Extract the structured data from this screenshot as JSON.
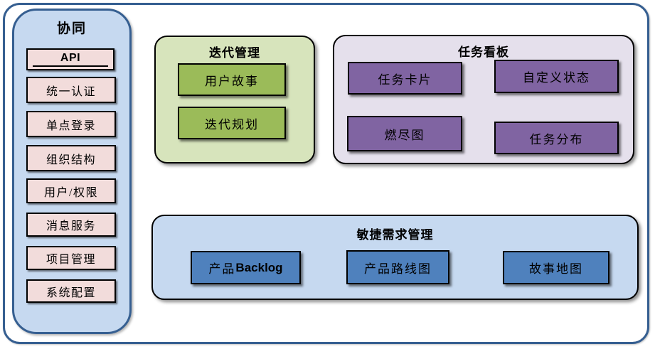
{
  "colors": {
    "frame_border": "#365f91",
    "sidebar_bg": "#c6d9f0",
    "pink_item_bg": "#f2dcdb",
    "green_panel_bg": "#d7e4bc",
    "green_item_bg": "#9bbb59",
    "purple_panel_bg": "#e5e0ec",
    "purple_item_bg": "#8064a2",
    "blue_panel_bg": "#c6d9f0",
    "blue_item_bg": "#4f81bd",
    "item_border": "#000000",
    "text": "#000000"
  },
  "sidebar": {
    "title": "协同",
    "items": [
      {
        "label": "API"
      },
      {
        "label": "统一认证"
      },
      {
        "label": "单点登录"
      },
      {
        "label": "组织结构"
      },
      {
        "label": "用户/权限"
      },
      {
        "label": "消息服务"
      },
      {
        "label": "项目管理"
      },
      {
        "label": "系统配置"
      }
    ]
  },
  "panels": {
    "iteration": {
      "title": "迭代管理",
      "items": [
        {
          "label": "用户故事"
        },
        {
          "label": "迭代规划"
        }
      ]
    },
    "kanban": {
      "title": "任务看板",
      "items": [
        {
          "label": "任务卡片"
        },
        {
          "label": "自定义状态"
        },
        {
          "label": "燃尽图"
        },
        {
          "label": "任务分布"
        }
      ]
    },
    "requirements": {
      "title": "敏捷需求管理",
      "items": [
        {
          "label_cn": "产品",
          "label_en": "Backlog"
        },
        {
          "label": "产品路线图"
        },
        {
          "label": "故事地图"
        }
      ]
    }
  }
}
